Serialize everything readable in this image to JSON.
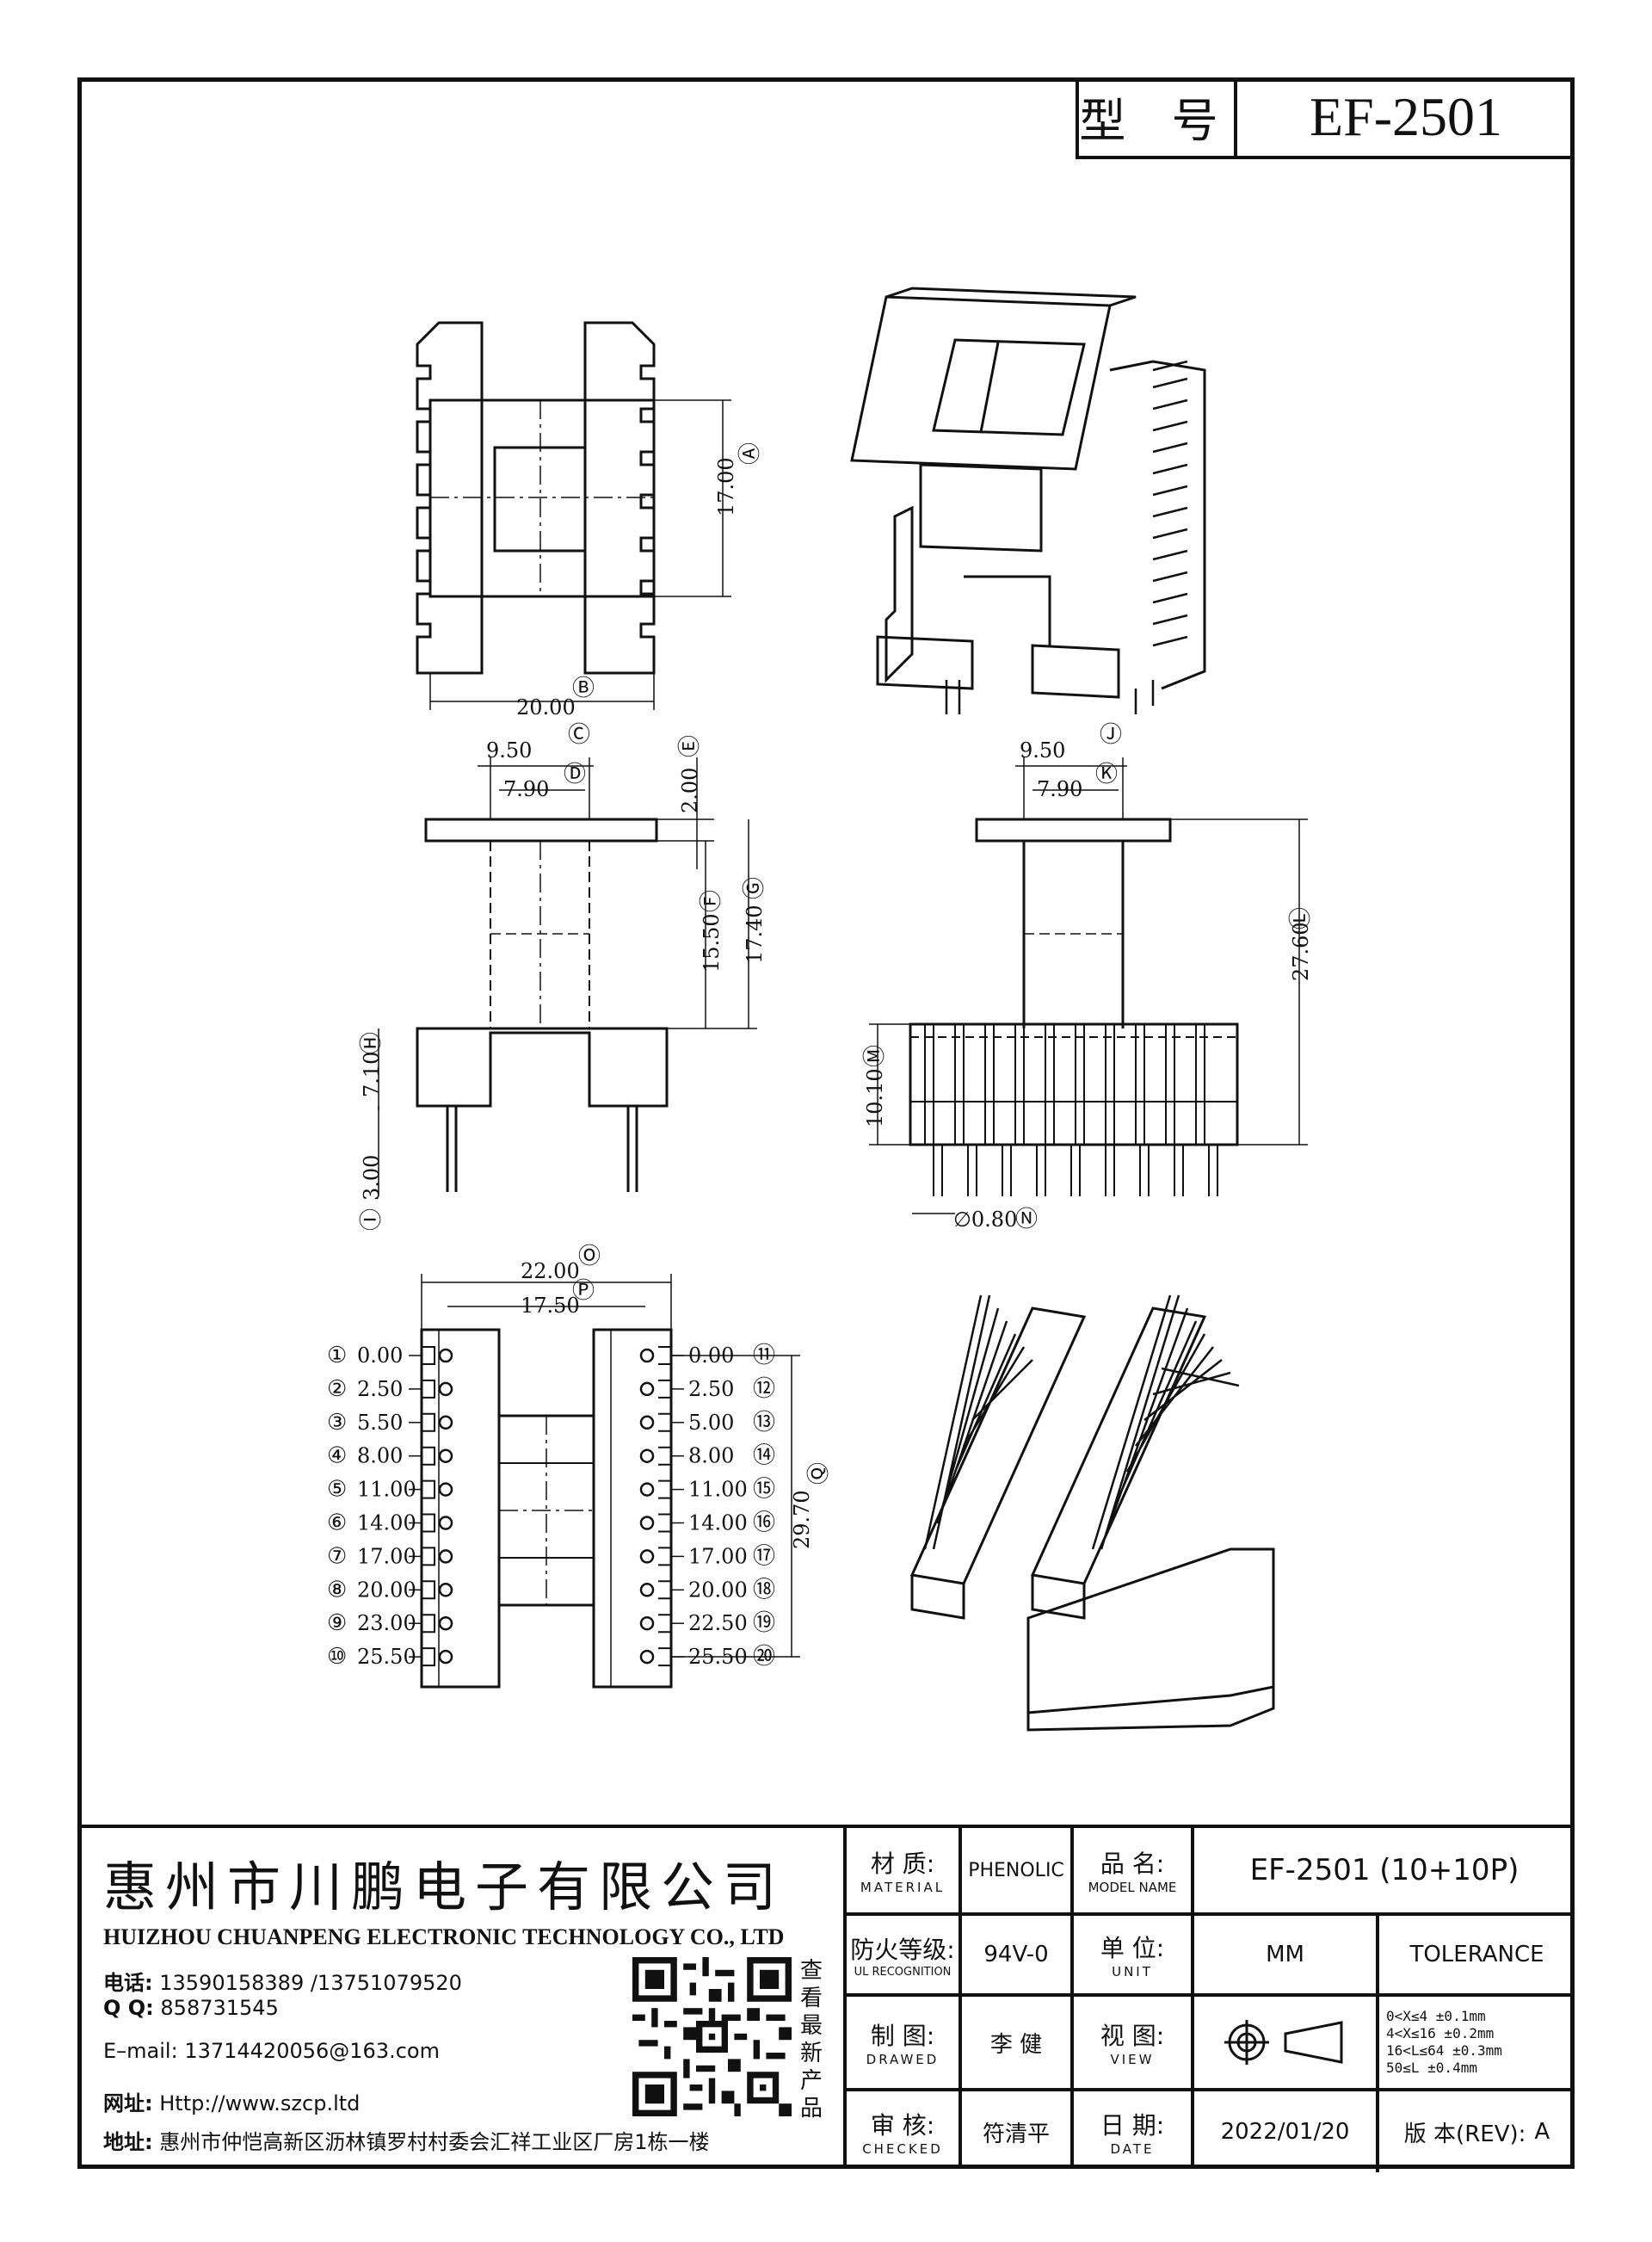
{
  "header": {
    "label": "型 号",
    "model": "EF-2501"
  },
  "dims": {
    "a": "17.00",
    "b": "20.00",
    "c": "9.50",
    "d": "7.90",
    "e": "2.00",
    "f": "15.50",
    "g": "17.40",
    "h": "7.10",
    "i": "3.00",
    "j": "9.50",
    "k": "7.90",
    "l": "27.60",
    "m": "10.10",
    "n": "∅0.80",
    "o": "22.00",
    "p": "17.50",
    "q": "29.70"
  },
  "pins_left": [
    "0.00",
    "2.50",
    "5.50",
    "8.00",
    "11.00",
    "14.00",
    "17.00",
    "20.00",
    "23.00",
    "25.50"
  ],
  "pins_right": [
    "0.00",
    "2.50",
    "5.00",
    "8.00",
    "11.00",
    "14.00",
    "17.00",
    "20.00",
    "22.50",
    "25.50"
  ],
  "pin_ids_left": [
    "①",
    "②",
    "③",
    "④",
    "⑤",
    "⑥",
    "⑦",
    "⑧",
    "⑨",
    "⑩"
  ],
  "pin_ids_right": [
    "⑪",
    "⑫",
    "⑬",
    "⑭",
    "⑮",
    "⑯",
    "⑰",
    "⑱",
    "⑲",
    "⑳"
  ],
  "markers": {
    "a": "Ⓐ",
    "b": "Ⓑ",
    "c": "Ⓒ",
    "d": "Ⓓ",
    "e": "Ⓔ",
    "f": "Ⓕ",
    "g": "Ⓖ",
    "h": "Ⓗ",
    "i": "Ⓘ",
    "j": "Ⓙ",
    "k": "Ⓚ",
    "l": "Ⓛ",
    "m": "Ⓜ",
    "n": "Ⓝ",
    "o": "Ⓞ",
    "p": "Ⓟ",
    "q": "Ⓠ"
  },
  "company": {
    "name_cn": "惠州市川鹏电子有限公司",
    "name_en": "HUIZHOU CHUANPENG ELECTRONIC TECHNOLOGY CO., LTD",
    "phone_label": "电话:",
    "phone": "13590158389 /13751079520",
    "qq_label": "Q Q:",
    "qq": "858731545",
    "email_label": "E–mail:",
    "email": "13714420056@163.com",
    "web_label": "网址:",
    "web": "Http://www.szcp.ltd",
    "addr_label": "地址:",
    "addr": "惠州市仲恺高新区沥林镇罗村村委会汇祥工业区厂房1栋一楼",
    "qr_caption": "查看最新产品"
  },
  "table": {
    "material_cn": "材 质:",
    "material_en": "MATERIAL",
    "material": "PHENOLIC",
    "model_cn": "品 名:",
    "model_en": "MODEL NAME",
    "model": "EF-2501 (10+10P)",
    "fire_cn": "防火等级:",
    "fire_en": "UL RECOGNITION",
    "fire": "94V-0",
    "unit_cn": "单 位:",
    "unit_en": "UNIT",
    "unit": "MM",
    "tolerance": "TOLERANCE",
    "drawn_cn": "制 图:",
    "drawn_en": "DRAWED",
    "drawn": "李 健",
    "view_cn": "视 图:",
    "view_en": "VIEW",
    "tol_lines": [
      "0<X≤4   ±0.1mm",
      "4<X≤16  ±0.2mm",
      "16<L≤64 ±0.3mm",
      "50≤L    ±0.4mm"
    ],
    "checked_cn": "审 核:",
    "checked_en": "CHECKED",
    "checked": "符清平",
    "date_cn": "日 期:",
    "date_en": "DATE",
    "date": "2022/01/20",
    "rev_label": "版 本(REV):",
    "rev": "A"
  }
}
